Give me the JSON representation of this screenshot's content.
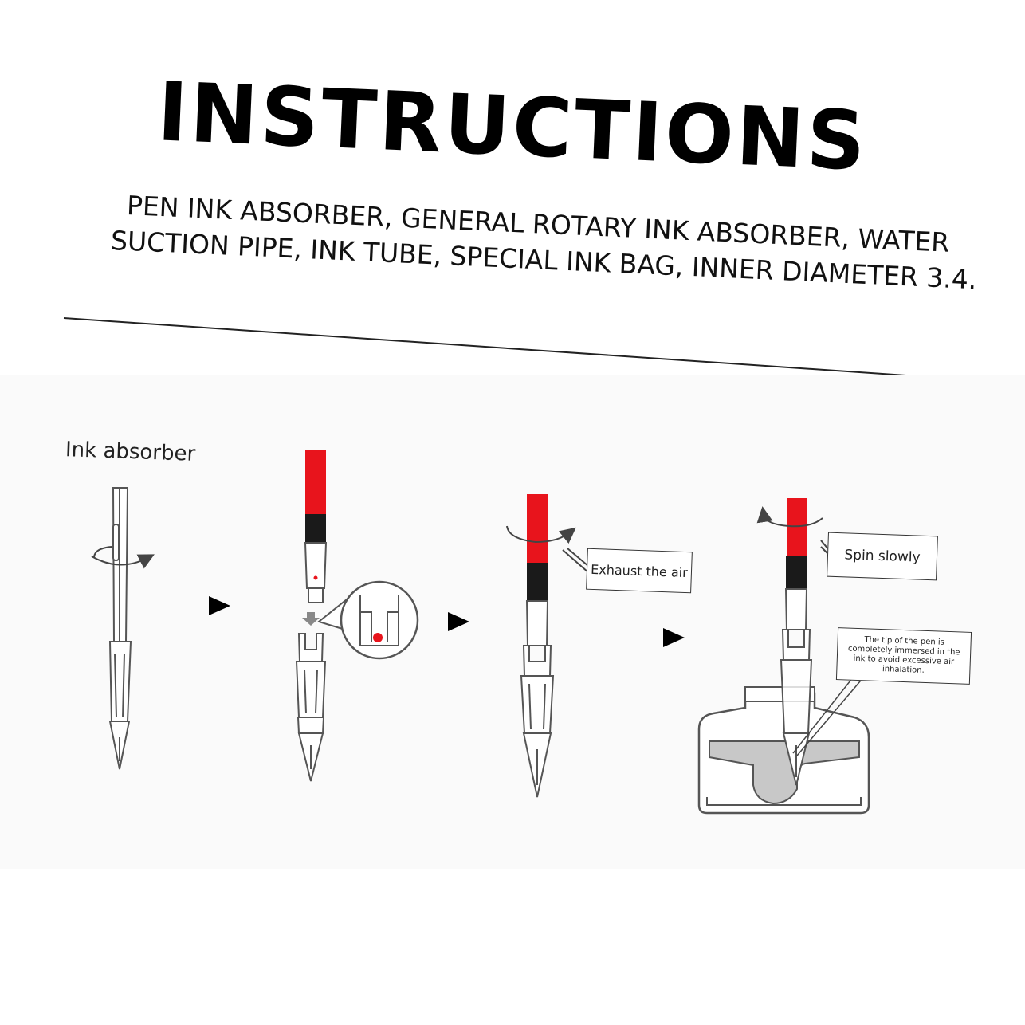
{
  "header": {
    "title": "INSTRUCTIONS",
    "subtitle_line1": "PEN INK ABSORBER, GENERAL ROTARY INK ABSORBER, WATER",
    "subtitle_line2": "SUCTION PIPE, INK TUBE, SPECIAL INK BAG, INNER DIAMETER 3.4."
  },
  "steps": {
    "step1_label": "Ink absorber",
    "step3_callout": "Exhaust the air",
    "step4_callout": "Spin slowly",
    "step4_note": "The tip of the pen is completely immersed in the ink to avoid excessive air inhalation."
  },
  "colors": {
    "accent_red": "#e8141c",
    "collar_black": "#1a1a1a",
    "outline": "#444444",
    "ink_gray": "#c8c8c8"
  },
  "icons": [
    "rotate-arrow-icon",
    "arrow-right-icon",
    "arrow-down-icon",
    "magnifier-circle-icon"
  ]
}
